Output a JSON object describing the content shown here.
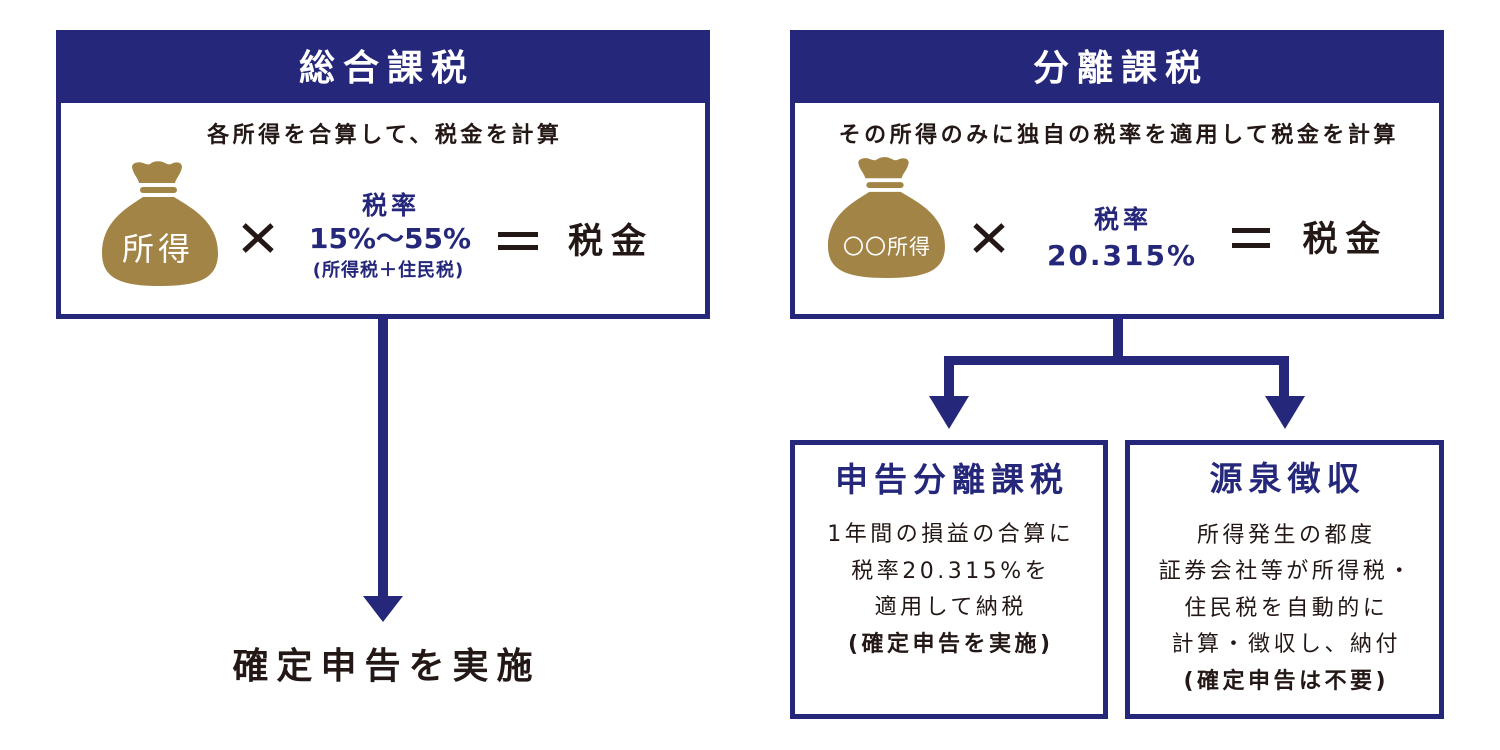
{
  "colors": {
    "navy": "#25277A",
    "gold": "#A38447",
    "text": "#231815",
    "background": "#FFFFFF"
  },
  "comprehensive": {
    "title": "総合課税",
    "description": "各所得を合算して、税金を計算",
    "formula": {
      "income_icon": "money-bag-icon",
      "income_label": "所得",
      "operator_icon": "multiply-icon",
      "rate_label": "税率",
      "rate_value": "15%〜55%",
      "rate_note": "(所得税＋住民税)",
      "equals_icon": "equals-icon",
      "result": "税金"
    },
    "arrow_icon": "arrow-down-icon",
    "outcome": "確定申告を実施"
  },
  "separate": {
    "title": "分離課税",
    "description": "その所得のみに独自の税率を適用して税金を計算",
    "formula": {
      "income_icon": "money-bag-icon",
      "income_label": "〇〇所得",
      "operator_icon": "multiply-icon",
      "rate_label": "税率",
      "rate_value": "20.315%",
      "equals_icon": "equals-icon",
      "result": "税金"
    },
    "arrow_icon": "branch-arrow-icon",
    "branches": [
      {
        "title": "申告分離課税",
        "lines": [
          "1年間の損益の合算に",
          "税率20.315%を",
          "適用して納税"
        ],
        "note": "(確定申告を実施)"
      },
      {
        "title": "源泉徴収",
        "lines": [
          "所得発生の都度",
          "証券会社等が所得税・",
          "住民税を自動的に",
          "計算・徴収し、納付"
        ],
        "note": "(確定申告は不要)"
      }
    ]
  }
}
